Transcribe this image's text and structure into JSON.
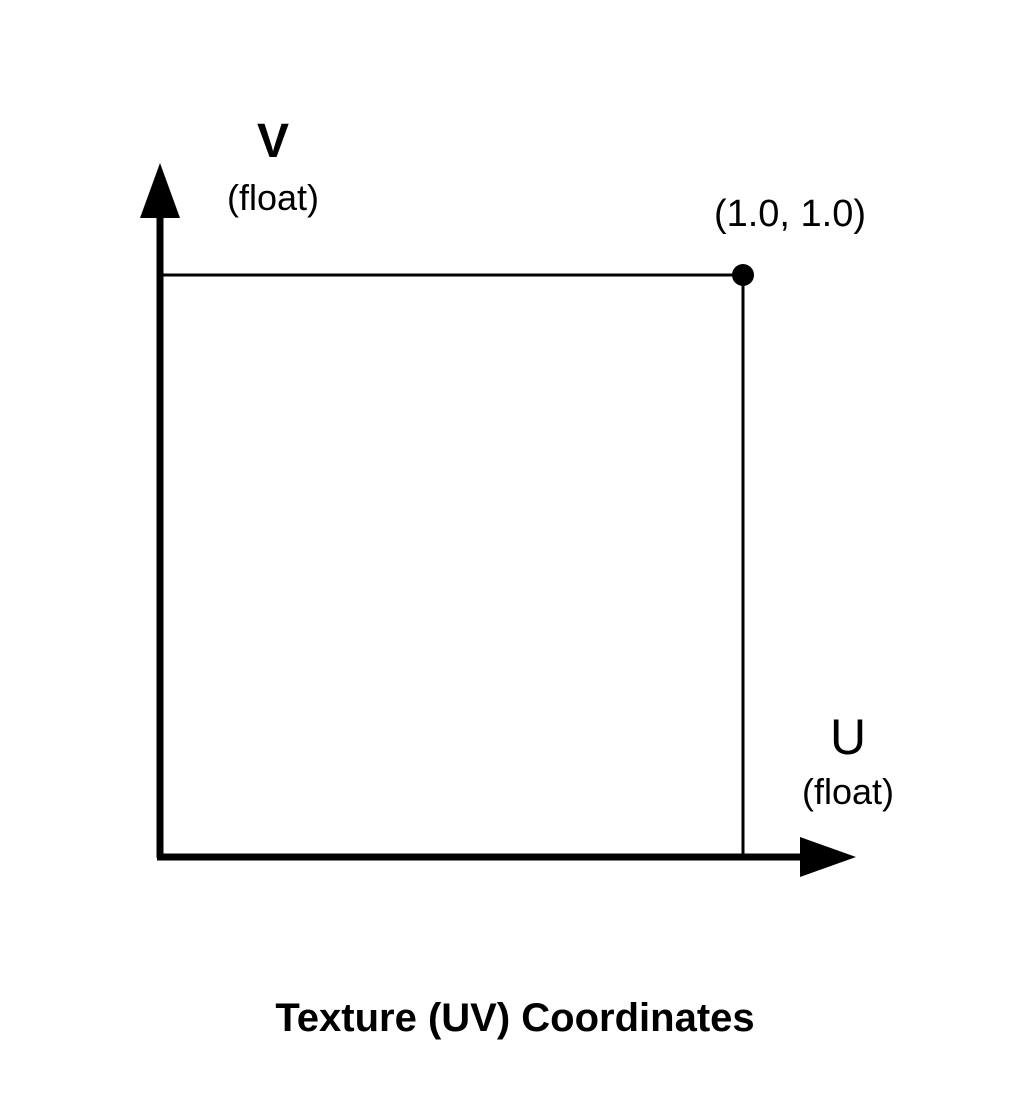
{
  "diagram": {
    "v_axis": {
      "letter": "V",
      "type": "(float)"
    },
    "u_axis": {
      "letter": "U",
      "type": "(float)"
    },
    "corner_point": {
      "label": "(1.0, 1.0)"
    },
    "caption": "Texture (UV) Coordinates",
    "colors": {
      "stroke": "#000000",
      "background": "#ffffff"
    }
  }
}
